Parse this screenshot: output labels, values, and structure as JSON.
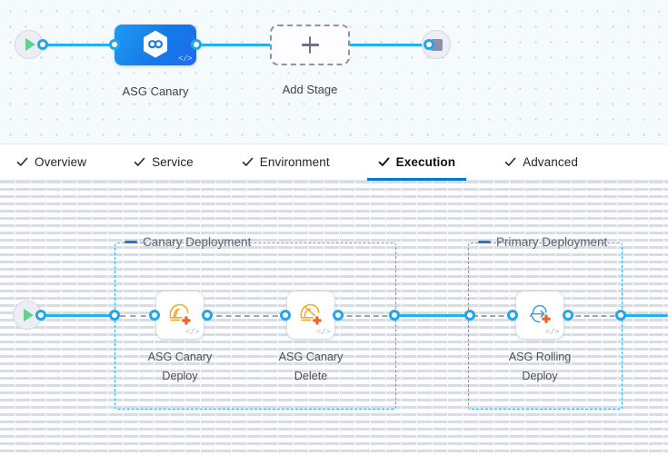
{
  "colors": {
    "accent_blue": "#0278d5",
    "connector_blue": "#26b0f0",
    "group_border": "#2bb3f3",
    "stage_tile": "#1479e6",
    "aws_orange": "#f59b28",
    "start_green": "#5fd38d",
    "stop_grey": "#8d8fa6",
    "canvas_top_bg": "#f5fafd",
    "canvas_bottom_bg": "#fcfdfe"
  },
  "stage_canvas": {
    "start_node": {
      "name": "start",
      "icon": "play-icon"
    },
    "end_node": {
      "name": "end",
      "icon": "stop-icon"
    },
    "stage": {
      "label": "ASG Canary",
      "icon": "harness-cd-hexagon-infinity-icon",
      "code_badge": "</>"
    },
    "add_stage": {
      "label": "Add Stage",
      "icon": "plus-icon"
    }
  },
  "tabs": [
    {
      "label": "Overview",
      "icon": "check-icon",
      "active": false
    },
    {
      "label": "Service",
      "icon": "check-icon",
      "active": false
    },
    {
      "label": "Environment",
      "icon": "check-icon",
      "active": false
    },
    {
      "label": "Execution",
      "icon": "check-icon",
      "active": true
    },
    {
      "label": "Advanced",
      "icon": "check-icon",
      "active": false
    }
  ],
  "execution_canvas": {
    "start_node": {
      "name": "start",
      "icon": "play-icon"
    },
    "groups": [
      {
        "title": "Canary Deployment",
        "collapse_icon": "collapse-dash-icon",
        "steps": [
          {
            "label": "ASG Canary Deploy",
            "line1": "ASG Canary",
            "line2": "Deploy",
            "icon": "asg-canary-deploy-icon",
            "code_badge": "</>"
          },
          {
            "label": "ASG Canary Delete",
            "line1": "ASG Canary",
            "line2": "Delete",
            "icon": "asg-canary-delete-icon",
            "code_badge": "</>"
          }
        ]
      },
      {
        "title": "Primary Deployment",
        "collapse_icon": "collapse-dash-icon",
        "steps": [
          {
            "label": "ASG Rolling Deploy",
            "line1": "ASG Rolling",
            "line2": "Deploy",
            "icon": "asg-rolling-deploy-icon",
            "code_badge": "</>"
          }
        ]
      }
    ]
  }
}
